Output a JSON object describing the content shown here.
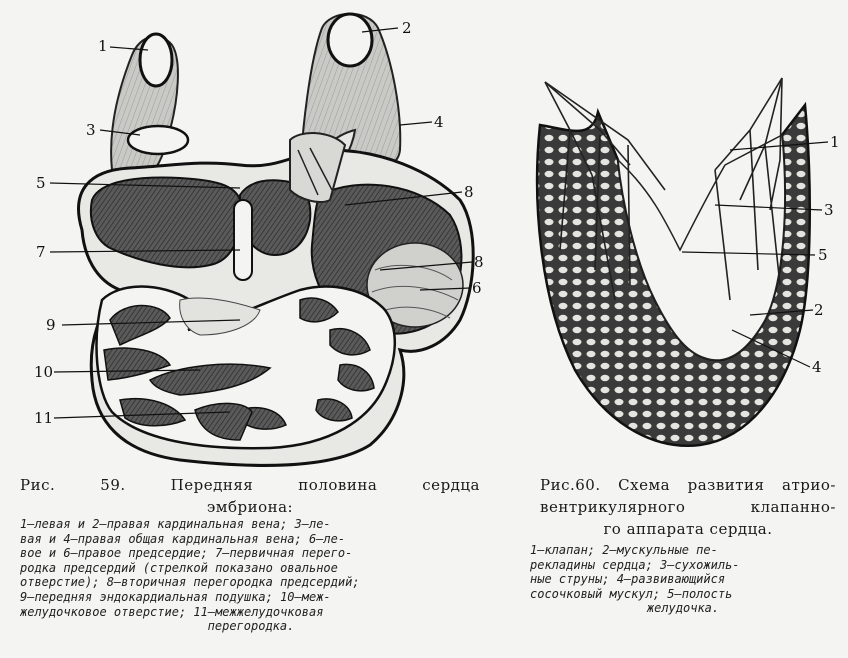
{
  "figure59": {
    "labels": [
      "1",
      "2",
      "3",
      "4",
      "5",
      "8",
      "7",
      "8",
      "6",
      "9",
      "10",
      "11"
    ],
    "caption_title": [
      "Рис.    59.    Передняя    половина    сердца",
      "эмбриона:"
    ],
    "legend": [
      "1—левая и 2—правая кардинальная вена; 3—ле-",
      "вая и 4—правая общая кардинальная вена; 6—ле-",
      "вое и 6—правое предсердие; 7—первичная перего-",
      "родка предсердий (стрелкой показано овальное",
      "отверстие); 8—вторичная перегородка предсердий;",
      "9—передняя эндокардиальная подушка; 10—меж-",
      "желудочковое отверстие; 11—межжелудочковая",
      "перегородка."
    ]
  },
  "figure60": {
    "labels": [
      "1",
      "3",
      "5",
      "2",
      "4"
    ],
    "caption_title": [
      "Рис.60. Схема развития атрио-",
      "вентрикулярного    клапанно-",
      "го аппарата сердца."
    ],
    "legend": [
      "1—клапан; 2—мускульные пе-",
      "рекладины сердца; 3—сухожиль-",
      "ные струны; 4—развивающийся",
      "сосочковый мускул; 5—полость",
      "желудочка."
    ]
  }
}
